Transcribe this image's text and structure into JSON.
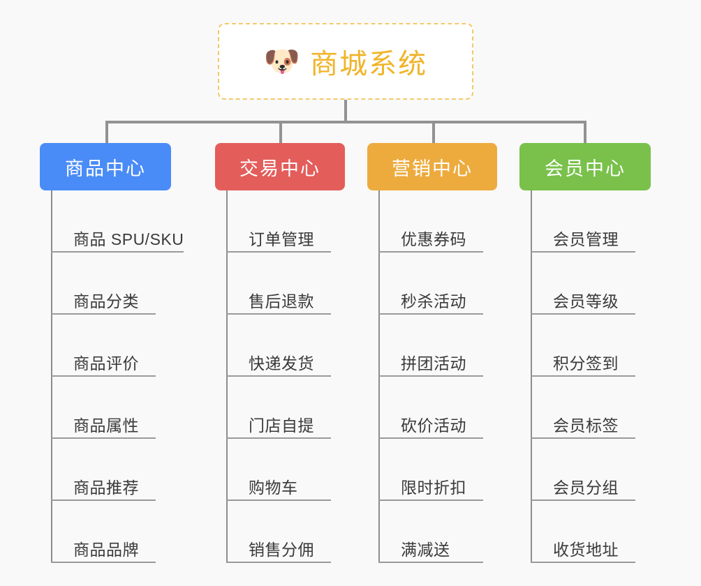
{
  "page": {
    "background_color": "#f9f9f9",
    "title": "商城系统"
  },
  "root": {
    "icon": "dog-face-icon",
    "icon_glyph": "🐶",
    "label": "商城系统",
    "text_color": "#f0b429",
    "border_color": "#f3c96b",
    "background_color": "#ffffff"
  },
  "connector": {
    "color": "#929292"
  },
  "columns": [
    {
      "id": "product-center",
      "label": "商品中心",
      "color": "#4a8cf7",
      "items": [
        {
          "label": "商品 SPU/SKU"
        },
        {
          "label": "商品分类"
        },
        {
          "label": "商品评价"
        },
        {
          "label": "商品属性"
        },
        {
          "label": "商品推荐"
        },
        {
          "label": "商品品牌"
        }
      ]
    },
    {
      "id": "trade-center",
      "label": "交易中心",
      "color": "#e35d5b",
      "items": [
        {
          "label": "订单管理"
        },
        {
          "label": "售后退款"
        },
        {
          "label": "快递发货"
        },
        {
          "label": "门店自提"
        },
        {
          "label": "购物车"
        },
        {
          "label": "销售分佣"
        }
      ]
    },
    {
      "id": "marketing-center",
      "label": "营销中心",
      "color": "#edab3e",
      "items": [
        {
          "label": "优惠券码"
        },
        {
          "label": "秒杀活动"
        },
        {
          "label": "拼团活动"
        },
        {
          "label": "砍价活动"
        },
        {
          "label": "限时折扣"
        },
        {
          "label": "满减送"
        }
      ]
    },
    {
      "id": "member-center",
      "label": "会员中心",
      "color": "#79c14b",
      "items": [
        {
          "label": "会员管理"
        },
        {
          "label": "会员等级"
        },
        {
          "label": "积分签到"
        },
        {
          "label": "会员标签"
        },
        {
          "label": "会员分组"
        },
        {
          "label": "收货地址"
        }
      ]
    }
  ]
}
